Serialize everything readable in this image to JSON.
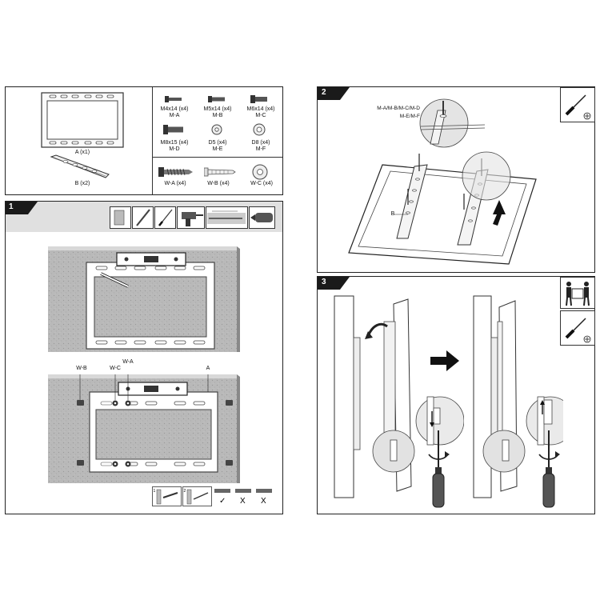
{
  "parts": {
    "bracket": {
      "label": "A (x1)"
    },
    "rail": {
      "label": "B (x2)"
    },
    "screws": [
      {
        "spec": "M4x14 (x4)",
        "code": "M-A"
      },
      {
        "spec": "M5x14 (x4)",
        "code": "M-B"
      },
      {
        "spec": "M6x14 (x4)",
        "code": "M-C"
      },
      {
        "spec": "M8x15 (x4)",
        "code": "M-D"
      },
      {
        "spec": "D5 (x4)",
        "code": "M-E"
      },
      {
        "spec": "D8 (x4)",
        "code": "M-F"
      }
    ],
    "wall_hardware": [
      {
        "label": "W-A (x4)"
      },
      {
        "label": "W-B (x4)"
      },
      {
        "label": "W-C (x4)"
      }
    ]
  },
  "step1": {
    "number": "1",
    "callouts": {
      "wb": "W-B",
      "wc": "W-C",
      "wa": "W-A",
      "a": "A"
    }
  },
  "step2": {
    "number": "2",
    "callouts": {
      "screws": "M-A/M-B/M-C/M-D",
      "washers": "M-E/M-F",
      "rail": "B"
    }
  },
  "step3": {
    "number": "3"
  }
}
